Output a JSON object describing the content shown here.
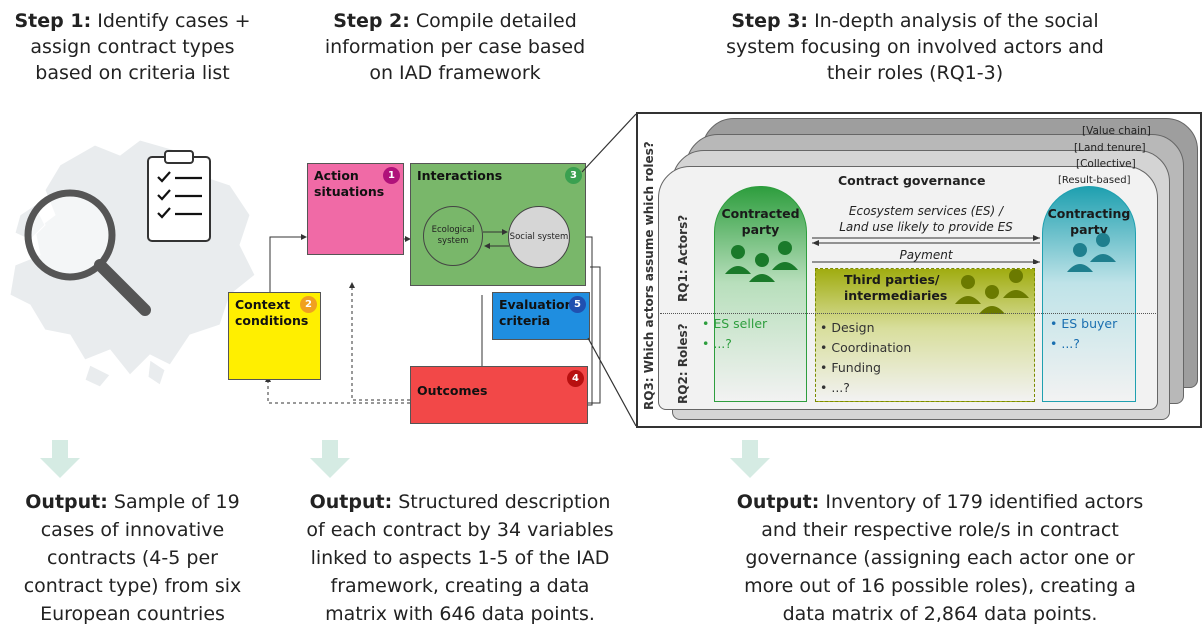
{
  "steps": [
    {
      "title": "Step 1:",
      "line1": " Identify cases +",
      "line2": "assign contract types",
      "line3": "based on criteria list"
    },
    {
      "title": "Step 2:",
      "line1": " Compile detailed",
      "line2": "information per case based",
      "line3": "on IAD framework"
    },
    {
      "title": "Step 3:",
      "line1": " In-depth analysis of the social",
      "line2": "system focusing on involved actors and",
      "line3": "their roles (RQ1-3)"
    }
  ],
  "outputs": [
    {
      "title": "Output:",
      "lines": [
        " Sample of 19",
        "cases of innovative",
        "contracts (4-5 per",
        "contract type) from six",
        "European countries"
      ]
    },
    {
      "title": "Output:",
      "lines": [
        " Structured description",
        "of each contract by 34 variables",
        "linked to aspects 1-5 of the IAD",
        "framework, creating a data",
        "matrix with 646 data points."
      ]
    },
    {
      "title": "Output:",
      "lines": [
        " Inventory of 179 identified actors",
        "and their respective role/s in contract",
        "governance (assigning each actor one or",
        "more out of 16 possible roles), creating a",
        "data matrix of 2,864 data points."
      ]
    }
  ],
  "iad": {
    "action_situations": "Action situations",
    "interactions": "Interactions",
    "ecological_system": "Ecological system",
    "social_system": "Social system",
    "context_conditions": "Context conditions",
    "evaluation_criteria": "Evaluation criteria",
    "outcomes": "Outcomes",
    "numbers": [
      "1",
      "2",
      "3",
      "4",
      "5"
    ],
    "colors": {
      "action": "#f06aa6",
      "interactions": "#79b76a",
      "context": "#ffef00",
      "evaluation": "#1f8ee0",
      "outcomes": "#f24848",
      "n1": "#b0127a",
      "n2": "#f0a020",
      "n3": "#3aa050",
      "n4": "#b81010",
      "n5": "#2050b0"
    }
  },
  "governance": {
    "layers": [
      "[Value chain]",
      "[Land tenure]",
      "[Collective]",
      "[Result-based]"
    ],
    "title": "Contract governance",
    "contracted_party": "Contracted party",
    "contracting_party": "Contracting party",
    "es_line1": "Ecosystem services (ES) /",
    "es_line2": "Land use likely to provide ES",
    "payment": "Payment",
    "third_parties_line1": "Third parties/",
    "third_parties_line2": "intermediaries",
    "seller_roles": [
      "ES seller",
      "...?"
    ],
    "third_roles": [
      "Design",
      "Coordination",
      "Funding",
      "...?"
    ],
    "buyer_roles": [
      "ES buyer",
      "...?"
    ],
    "rq3": "RQ3: Which actors assume which roles?",
    "rq2": "RQ2: Roles?",
    "rq1": "RQ1: Actors?",
    "colors": {
      "contracted": "#2e9e3e",
      "contracting": "#1fa0b0",
      "third": "#8a9a10"
    }
  }
}
